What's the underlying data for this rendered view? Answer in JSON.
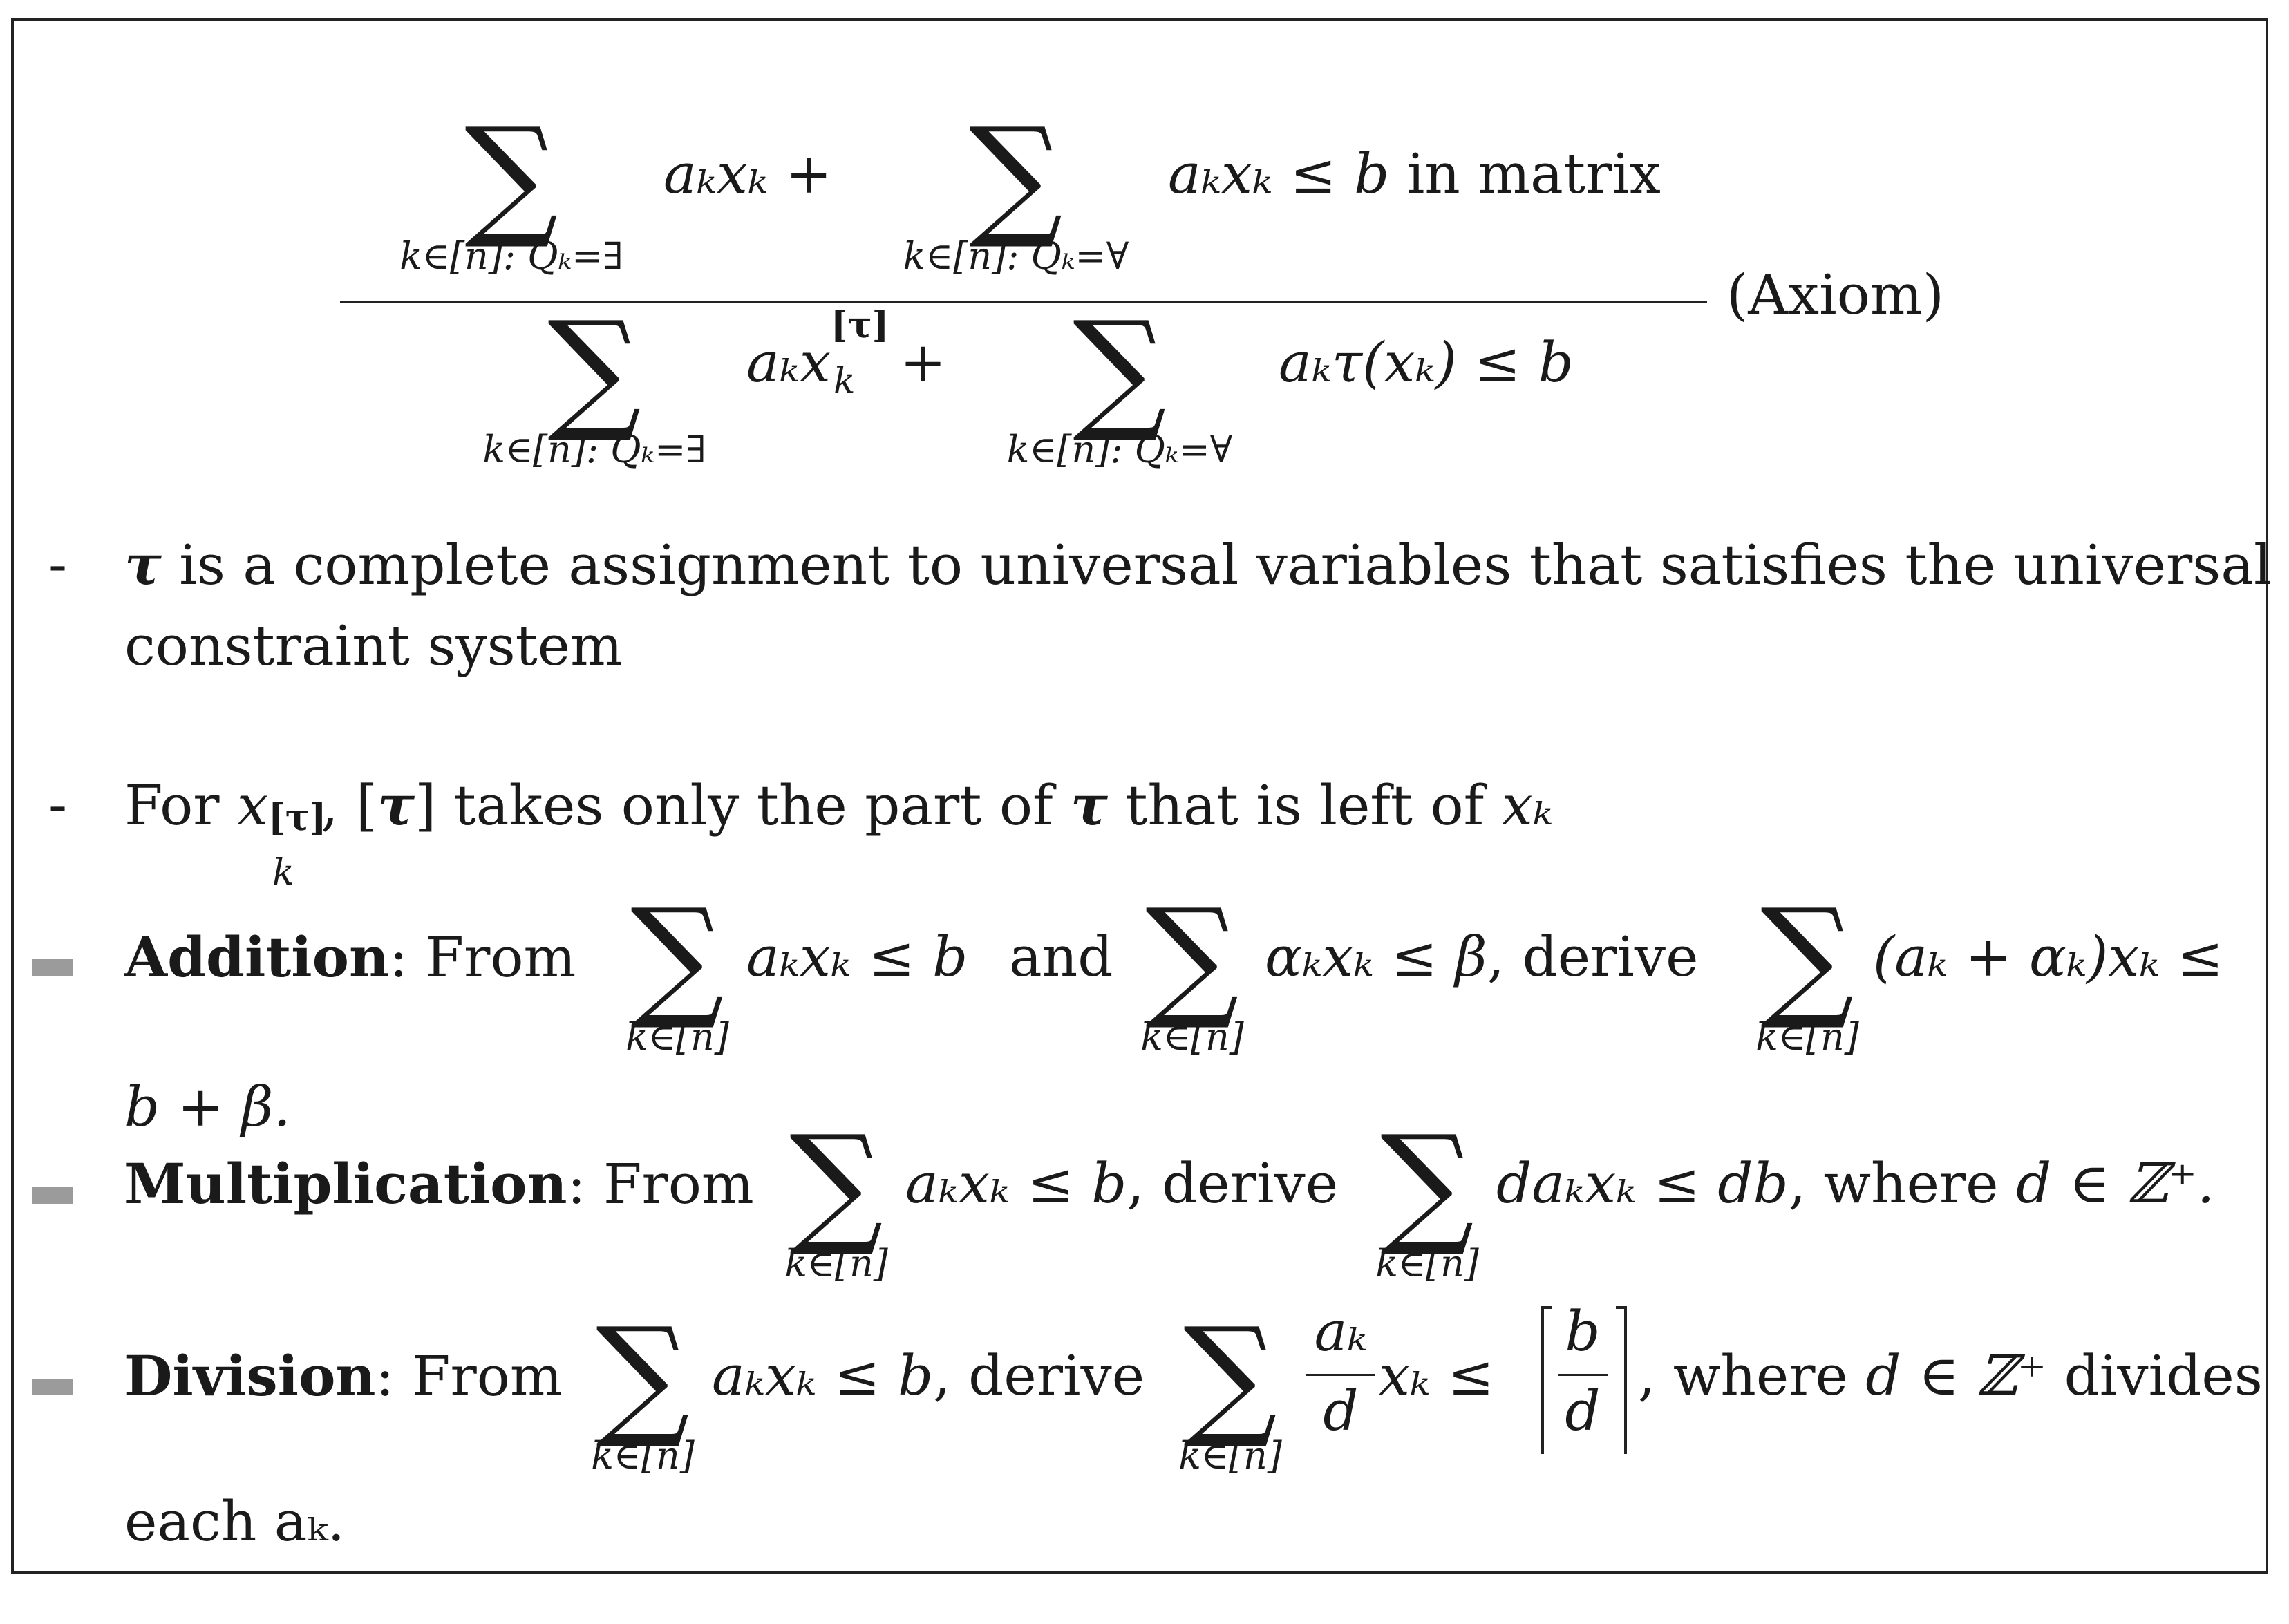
{
  "axiom": {
    "top_sum1_sub": "k∈[n]: Qₖ=∃",
    "top_term1": "aₖxₖ +",
    "top_sum2_sub": "k∈[n]: Qₖ=∀",
    "top_term2_pre": "aₖxₖ ≤ b",
    "top_text": "in matrix",
    "bot_sum1_sub": "k∈[n]: Qₖ=∃",
    "bot_term1": "aₖx",
    "bot_term1_sup": "[τ]",
    "bot_term1_sub": "k",
    "bot_plus": "+",
    "bot_sum2_sub": "k∈[n]: Qₖ=∀",
    "bot_term2": "aₖτ(xₖ) ≤ b",
    "label": "(Axiom)"
  },
  "notes": [
    {
      "bullet": "-",
      "tau": "τ",
      "line1": "is a complete assignment to universal variables that satisfies the universal",
      "line2": "constraint system"
    },
    {
      "bullet": "-",
      "text_for": "For",
      "x": "x",
      "x_sup": "[τ]",
      "x_sub": "k",
      "comma_bracket": ", [",
      "tau": "τ",
      "rest1": "] takes only the part of",
      "tau2": "τ",
      "rest2": "that is left of",
      "xk": "xₖ"
    }
  ],
  "rules": {
    "addition": {
      "name": "Addition",
      "colon_from": ": From",
      "sum_sub": "k∈[n]",
      "term1": "aₖxₖ ≤ b",
      "and": "and",
      "term2": "αₖxₖ ≤ β",
      "derive": ", derive",
      "term3": "(aₖ + αₖ)xₖ ≤",
      "line2": "b + β."
    },
    "multiplication": {
      "name": "Multiplication",
      "colon_from": ": From",
      "sum_sub": "k∈[n]",
      "term1": "aₖxₖ ≤ b",
      "derive": ", derive",
      "term2": "daₖxₖ ≤ db",
      "where": ", where",
      "cond": "d ∈ ℤ⁺."
    },
    "division": {
      "name": "Division",
      "colon_from": ": From",
      "sum_sub": "k∈[n]",
      "term1": "aₖxₖ ≤ b",
      "derive": ", derive",
      "frac1_num": "aₖ",
      "frac1_den": "d",
      "after_frac": "xₖ ≤",
      "frac2_num": "b",
      "frac2_den": "d",
      "where": ", where",
      "cond": "d ∈ ℤ⁺",
      "divides": "divides",
      "line2": "each aₖ."
    }
  }
}
